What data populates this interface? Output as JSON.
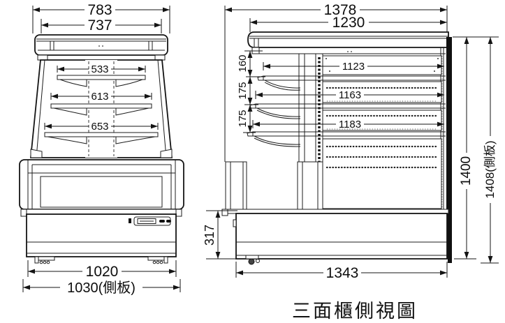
{
  "caption": "三面櫃側視圖",
  "front_view": {
    "dims": {
      "overall_width": "783",
      "canopy_width": "737",
      "shelf1_width": "533",
      "shelf2_width": "613",
      "shelf3_width": "653",
      "base_width": "1020",
      "base_width_side_panel": "1030(側板)"
    }
  },
  "side_view": {
    "dims": {
      "overall_depth": "1378",
      "canopy_depth": "1230",
      "shelf_gap_top": "160",
      "shelf_gap_middle": "175",
      "shelf_gap_bottom": "175",
      "shelf1_depth": "1123",
      "shelf2_depth": "1163",
      "shelf3_depth": "1183",
      "base_height": "317",
      "base_depth": "1343",
      "overall_height": "1400",
      "overall_height_side_panel": "1408(側板)"
    }
  },
  "colors": {
    "line": "#1c1c1c",
    "glass_blue": "#66bfec",
    "glass_highlight": "#eef9ff"
  }
}
